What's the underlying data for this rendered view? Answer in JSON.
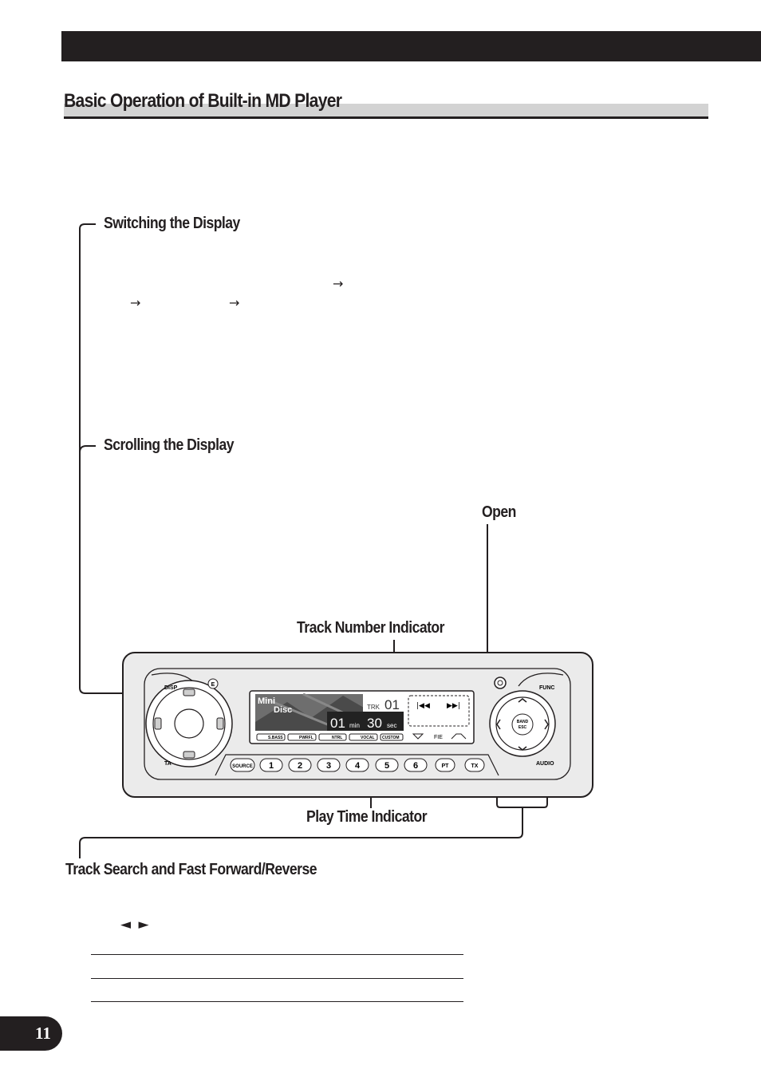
{
  "header": {
    "title": "Basic Operation of Built-in MD Player"
  },
  "sections": {
    "switching": "Switching the Display",
    "scrolling": "Scrolling the Display",
    "track_search": "Track Search and Fast Forward/Reverse"
  },
  "callouts": {
    "open": "Open",
    "track_number": "Track Number Indicator",
    "play_time": "Play Time Indicator"
  },
  "unit": {
    "disp": "DISP",
    "e_btn": "E",
    "ta": "TA",
    "func": "FUNC",
    "audio": "AUDIO",
    "band_esc_1": "BAND",
    "band_esc_2": "ESC",
    "display": {
      "logo_1": "Mini",
      "logo_2": "Disc",
      "trk_label": "TRK",
      "track": "01",
      "minutes": "01",
      "min_label": "min",
      "seconds": "30",
      "sec_label": "sec",
      "fie": "FIE",
      "eq_labels": [
        "S.BASS",
        "PWRFL",
        "NTRL",
        "VOCAL",
        "CUSTOM"
      ]
    },
    "preset_buttons": [
      "SOURCE",
      "1",
      "2",
      "3",
      "4",
      "5",
      "6",
      "PT",
      "TX"
    ]
  },
  "seek_arrows": "◄ ►",
  "arrows": {
    "glyph": "→"
  },
  "page": {
    "number": "11"
  }
}
